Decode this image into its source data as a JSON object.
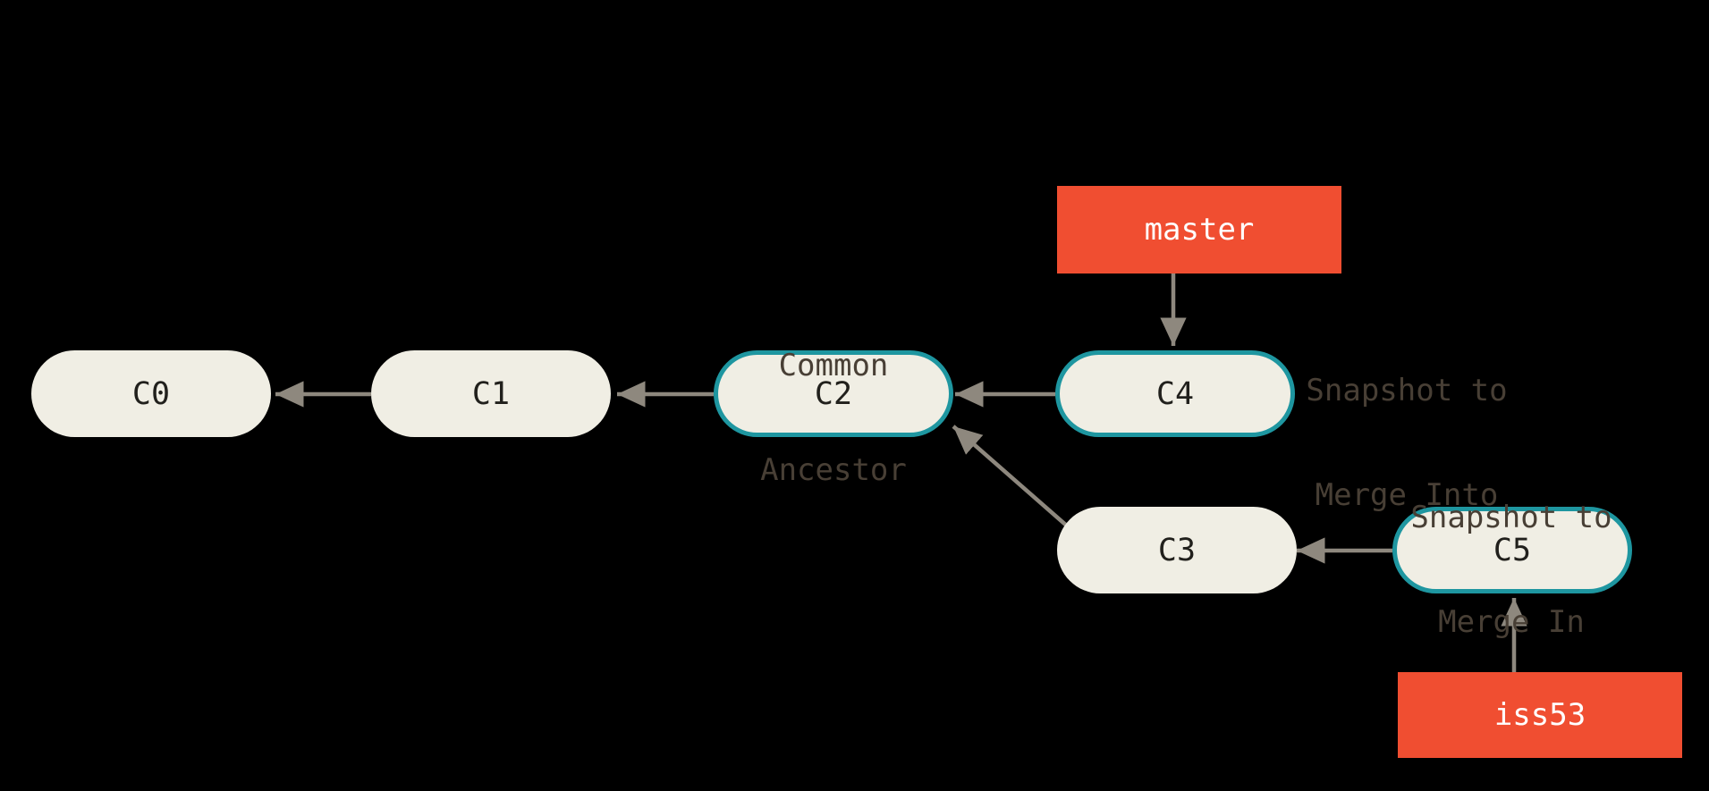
{
  "colors": {
    "background": "#000000",
    "node_fill": "#f0eee4",
    "node_text": "#21201c",
    "node_highlight_border": "#1e96a0",
    "arrow": "#8e887e",
    "branch_fill": "#f04e31",
    "branch_text": "#ffffff",
    "annotation_text": "#483f35"
  },
  "nodes": [
    {
      "id": "C0",
      "label": "C0",
      "highlighted": false
    },
    {
      "id": "C1",
      "label": "C1",
      "highlighted": false
    },
    {
      "id": "C2",
      "label": "C2",
      "highlighted": true
    },
    {
      "id": "C3",
      "label": "C3",
      "highlighted": false
    },
    {
      "id": "C4",
      "label": "C4",
      "highlighted": true
    },
    {
      "id": "C5",
      "label": "C5",
      "highlighted": true
    }
  ],
  "branches": [
    {
      "id": "master",
      "label": "master"
    },
    {
      "id": "iss53",
      "label": "iss53"
    }
  ],
  "annotations": [
    {
      "id": "common-ancestor",
      "line1": "Common",
      "line2": "Ancestor"
    },
    {
      "id": "snapshot-merge-into",
      "line1": "Snapshot to",
      "line2": "Merge Into"
    },
    {
      "id": "snapshot-merge-in",
      "line1": "Snapshot to",
      "line2": "Merge In"
    }
  ],
  "edges": [
    {
      "from": "C1",
      "to": "C0"
    },
    {
      "from": "C2",
      "to": "C1"
    },
    {
      "from": "C4",
      "to": "C2"
    },
    {
      "from": "C3",
      "to": "C2"
    },
    {
      "from": "C5",
      "to": "C3"
    },
    {
      "from": "master",
      "to": "C4"
    },
    {
      "from": "iss53",
      "to": "C5"
    }
  ]
}
